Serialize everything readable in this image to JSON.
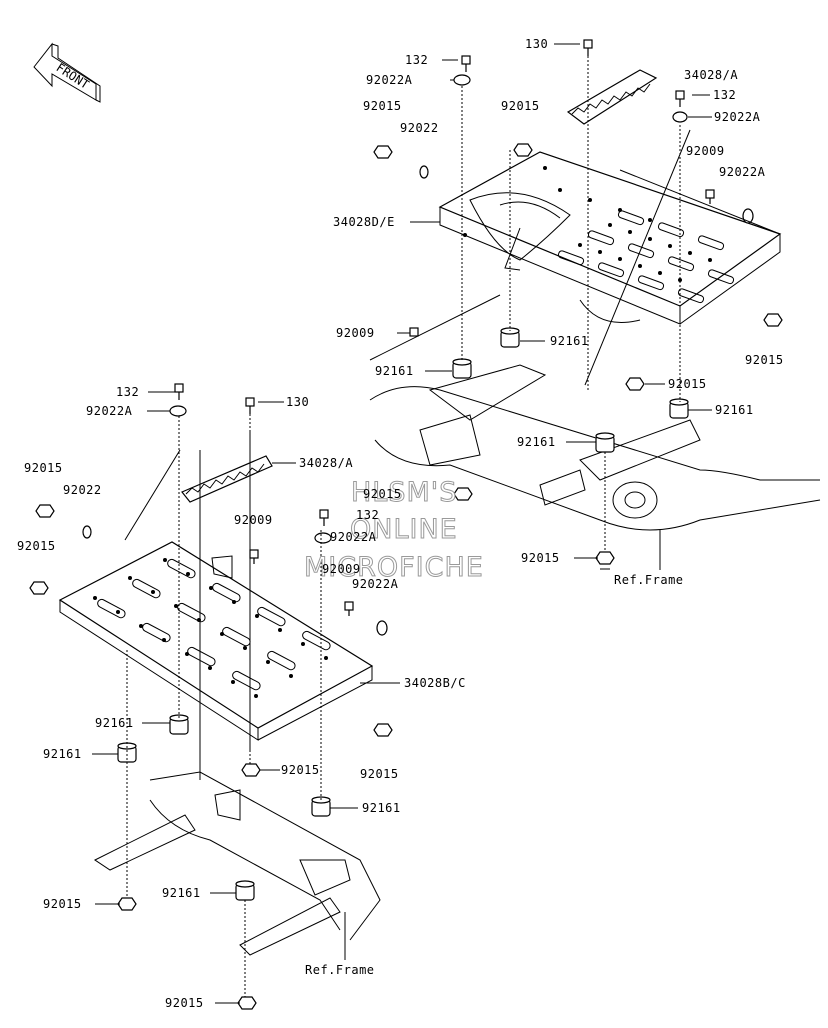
{
  "front_marker": "FRONT",
  "watermark": [
    "HLSM'S",
    "ONLINE",
    "MICROFICHE"
  ],
  "labels": {
    "l01": "132",
    "l02": "92022A",
    "l03": "92015",
    "l04": "92022",
    "l05": "130",
    "l06": "34028/A",
    "l07": "132",
    "l08": "92015",
    "l09": "92022A",
    "l10": "92009",
    "l11": "92022A",
    "l12": "34028D/E",
    "l13": "92009",
    "l14": "92161",
    "l15": "92015",
    "l16": "92161",
    "l17": "92015",
    "l18": "92161",
    "l19": "92161",
    "l20": "92015",
    "l21": "Ref.Frame",
    "l22": "132",
    "l23": "130",
    "l24": "92022A",
    "l25": "34028/A",
    "l26": "92015",
    "l27": "92022",
    "l28": "92015",
    "l29": "132",
    "l30": "92009",
    "l31": "92022A",
    "l32": "92015",
    "l33": "92022A",
    "l34": "92009",
    "l35": "34028B/C",
    "l36": "92161",
    "l37": "92161",
    "l38": "92015",
    "l39": "92015",
    "l40": "92161",
    "l41": "92161",
    "l42": "92015",
    "l43": "Ref.Frame",
    "l44": "92015"
  },
  "colors": {
    "line": "#000000",
    "paper": "#ffffff",
    "watermark_outline": "#9a9a9a"
  }
}
